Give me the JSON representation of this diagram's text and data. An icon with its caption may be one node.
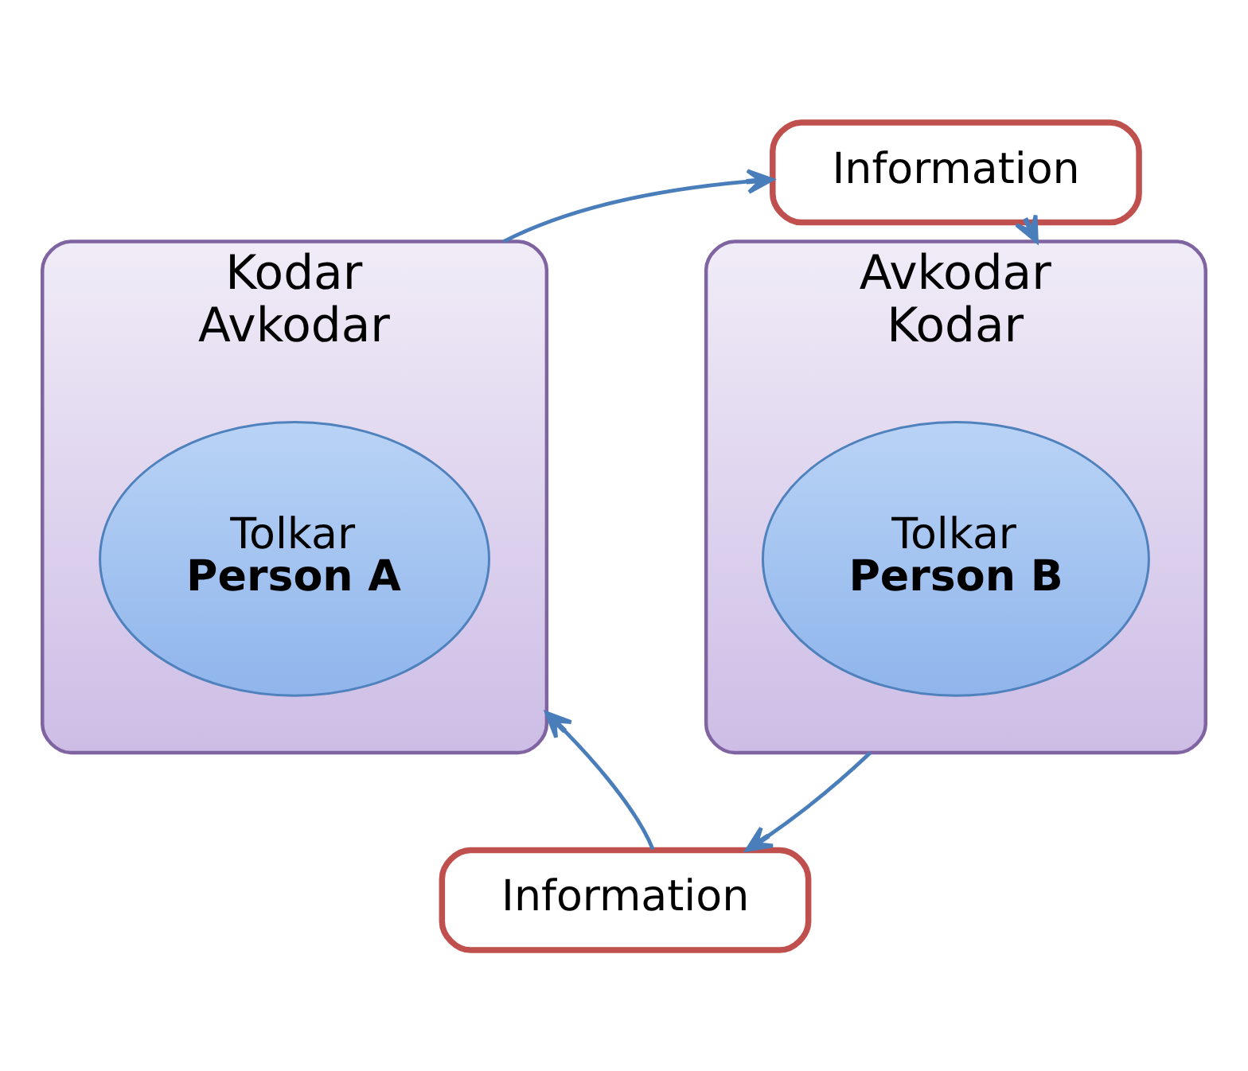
{
  "diagram": {
    "nodes": [
      {
        "text": [
          "Information"
        ]
      },
      {
        "text": [
          "Kodar",
          "Avkodar"
        ]
      },
      {
        "text": [
          "Tolkar",
          "Person A"
        ],
        "in": 1
      },
      {
        "text": [
          "Avkodar",
          "Kodar"
        ]
      },
      {
        "text": [
          "Tolkar",
          "Person B"
        ],
        "in": 3
      },
      {
        "text": [
          "Information"
        ]
      }
    ],
    "edges": [
      {
        "from": 1,
        "to": 0,
        "arrow": "to"
      },
      {
        "from": 0,
        "to": 3,
        "arrow": "to"
      },
      {
        "from": 3,
        "to": 5,
        "arrow": "to"
      },
      {
        "from": 5,
        "to": 1,
        "arrow": "to"
      }
    ]
  }
}
